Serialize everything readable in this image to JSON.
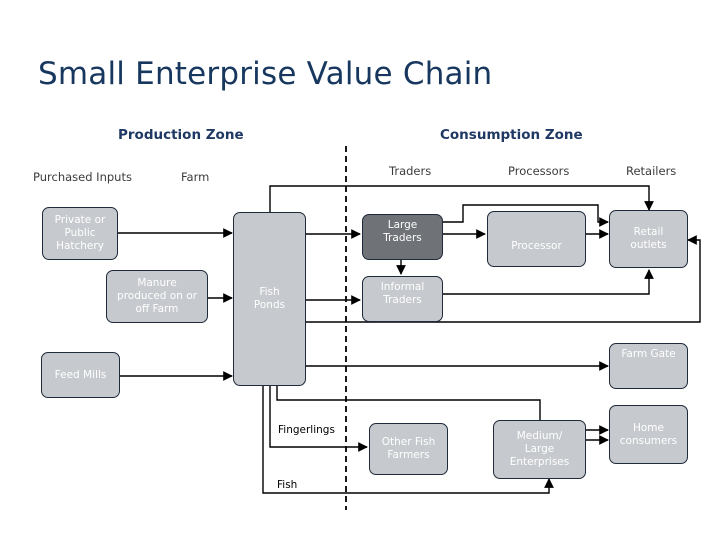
{
  "title": "Small Enterprise Value Chain",
  "zones": {
    "production": "Production Zone",
    "consumption": "Consumption Zone"
  },
  "columns": {
    "purchased_inputs": "Purchased Inputs",
    "farm": "Farm",
    "traders": "Traders",
    "processors": "Processors",
    "retailers": "Retailers"
  },
  "nodes": {
    "hatchery": "Private or\nPublic\nHatchery",
    "manure": "Manure\nproduced on or\noff Farm",
    "feed_mills": "Feed Mills",
    "fish_ponds": "Fish\nPonds",
    "large_traders": "Large\nTraders",
    "informal_traders": "Informal\nTraders",
    "processor": "Processor",
    "retail_outlets": "Retail\noutlets",
    "farm_gate": "Farm Gate",
    "home_consumers": "Home\nconsumers",
    "other_fish_farmers": "Other Fish\nFarmers",
    "medium_large": "Medium/\nLarge\nEnterprises"
  },
  "edge_labels": {
    "fingerlings": "Fingerlings",
    "fish": "Fish"
  },
  "colors": {
    "box_fill": "#c6c9cd",
    "box_dark": "#6f7276",
    "title": "#17375e",
    "zone_heading": "#1f3864"
  }
}
